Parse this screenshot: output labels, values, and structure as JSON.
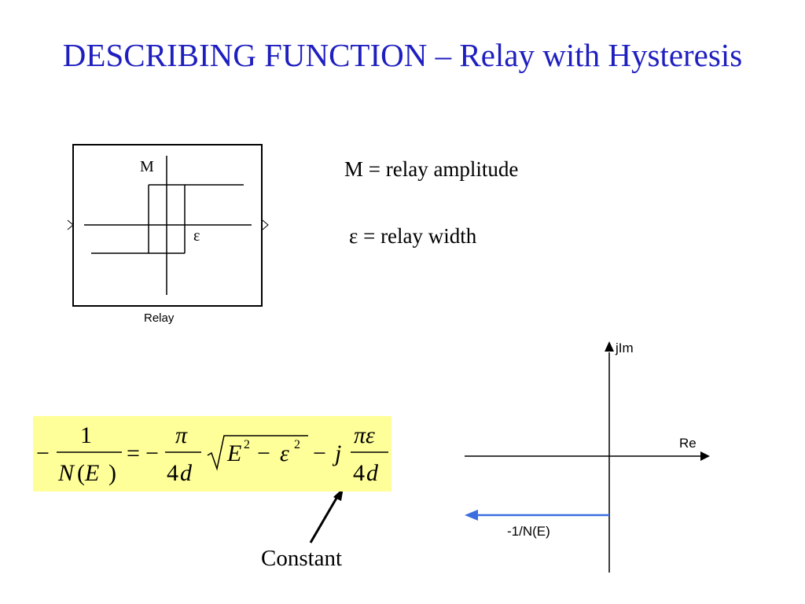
{
  "slide": {
    "title": "DESCRIBING FUNCTION – Relay with Hysteresis"
  },
  "relay_block": {
    "caption": "Relay",
    "m_label": "M",
    "eps_label": "ε"
  },
  "definitions": {
    "m_def": "M = relay amplitude",
    "eps_def": "ε = relay width"
  },
  "formula": {
    "minus": "−",
    "one": "1",
    "N": "N",
    "E_arg": "E",
    "equals": "=",
    "pi": "π",
    "four": "4",
    "d": "d",
    "E": "E",
    "eps": "ε",
    "sq": "2",
    "j": "j",
    "pi_eps": "πε"
  },
  "annotation": {
    "constant": "Constant"
  },
  "complex_plane": {
    "imag_label": "jIm",
    "real_label": "Re",
    "locus_label": "-1/N(E)",
    "locus_color": "#3b6fe0"
  }
}
